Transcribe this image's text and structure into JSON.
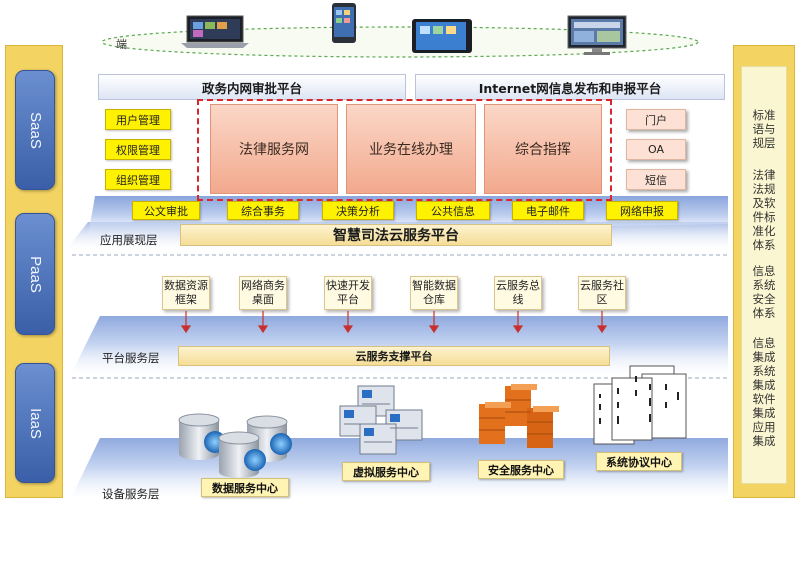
{
  "top": {
    "end_label": "端"
  },
  "left_layers": [
    "SaaS",
    "PaaS",
    "IaaS"
  ],
  "right_column": [
    "标准语与规层",
    "法律法规及软件标准化体系",
    "信息系统安全体系",
    "信息集成系统集成软件集成应用集成"
  ],
  "app_layer": {
    "label": "应用展现层",
    "header_left": "政务内网审批平台",
    "header_right": "Internet网信息发布和申报平台",
    "left_tags": [
      "用户管理",
      "权限管理",
      "组织管理"
    ],
    "center_boxes": [
      "法律服务网",
      "业务在线办理",
      "综合指挥"
    ],
    "right_tags": [
      "门户",
      "OA",
      "短信"
    ],
    "bottom_tags": [
      "公文审批",
      "综合事务",
      "决策分析",
      "公共信息",
      "电子邮件",
      "网络申报"
    ],
    "platform": "智慧司法云服务平台"
  },
  "platform_layer": {
    "label": "平台服务层",
    "services": [
      "数据资源框架",
      "网络商务桌面",
      "快速开发平台",
      "智能数据仓库",
      "云服务总线",
      "云服务社区"
    ],
    "platform": "云服务支撑平台"
  },
  "device_layer": {
    "label": "设备服务层",
    "centers": [
      "数据服务中心",
      "虚拟服务中心",
      "安全服务中心",
      "系统协议中心"
    ]
  },
  "colors": {
    "side_gold": "#f3d463",
    "layer_blue": "#3a5fa8",
    "highlight_yellow": "#fff200",
    "dashed_red": "#d9262a"
  }
}
